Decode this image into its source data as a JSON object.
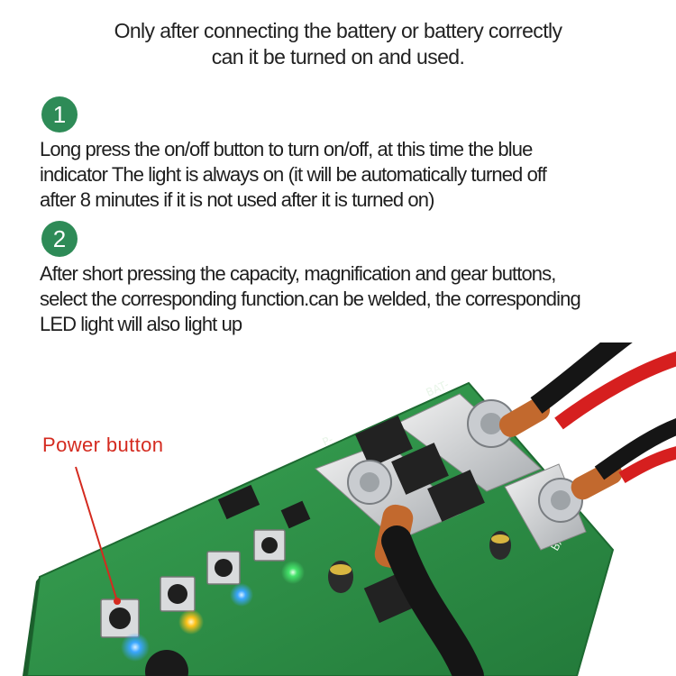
{
  "intro": {
    "line1": "Only after connecting the battery or battery correctly",
    "line2": "can it be turned on and used."
  },
  "steps": [
    {
      "number": "1",
      "lines": [
        "Long press the on/off button to turn on/off, at this time the blue",
        "indicator The light is always on (it will be automatically turned off",
        "after 8 minutes if it is not used after it is turned on)"
      ]
    },
    {
      "number": "2",
      "lines": [
        "After short pressing the capacity, magnification and gear buttons,",
        "select the corresponding function.can be welded, the corresponding",
        "LED light will also light up"
      ]
    }
  ],
  "photo": {
    "callout": "Power button",
    "silk_bat_minus": "BAT-",
    "silk_bat_plus": "BAT+",
    "silk_p_minus": "P-",
    "colors": {
      "pcb": "#2f9a4a",
      "copper": "#c2692e",
      "cable_red": "#d61f1f",
      "cable_black": "#151515",
      "led_blue": "#3aa6ff",
      "led_yellow": "#ffc21a",
      "led_green": "#45e36b",
      "callout_red": "#d42a1f"
    }
  }
}
